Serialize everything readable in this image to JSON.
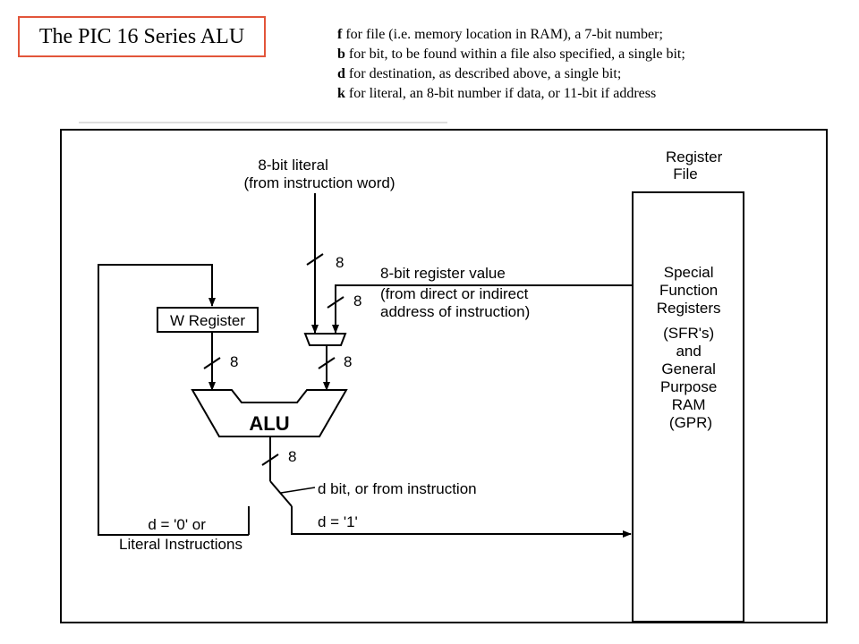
{
  "title": "The PIC 16 Series ALU",
  "legend": [
    {
      "key": "f",
      "text": "for file (i.e. memory location in RAM), a 7-bit number;"
    },
    {
      "key": "b",
      "text": "for bit, to be found within a file also specified, a single bit;"
    },
    {
      "key": "d",
      "text": "for destination, as described above, a single bit;"
    },
    {
      "key": "k",
      "text": "for literal, an 8-bit number if data, or 11-bit if address"
    }
  ],
  "diagram": {
    "literal_label": [
      "8-bit literal",
      "(from instruction word)"
    ],
    "register_file_label": [
      "Register",
      "File"
    ],
    "register_value_label": [
      "8-bit register value",
      "(from direct or indirect",
      "address of instruction)"
    ],
    "sfr_label": [
      "Special",
      "Function",
      "Registers",
      "(SFR's)",
      "and",
      "General",
      "Purpose",
      "RAM",
      "(GPR)"
    ],
    "w_register": "W Register",
    "alu": "ALU",
    "bus_width": "8",
    "d_bit_label": "d bit, or from instruction",
    "d0_label": [
      "d = '0' or",
      "Literal Instructions"
    ],
    "d1_label": "d = '1'"
  }
}
